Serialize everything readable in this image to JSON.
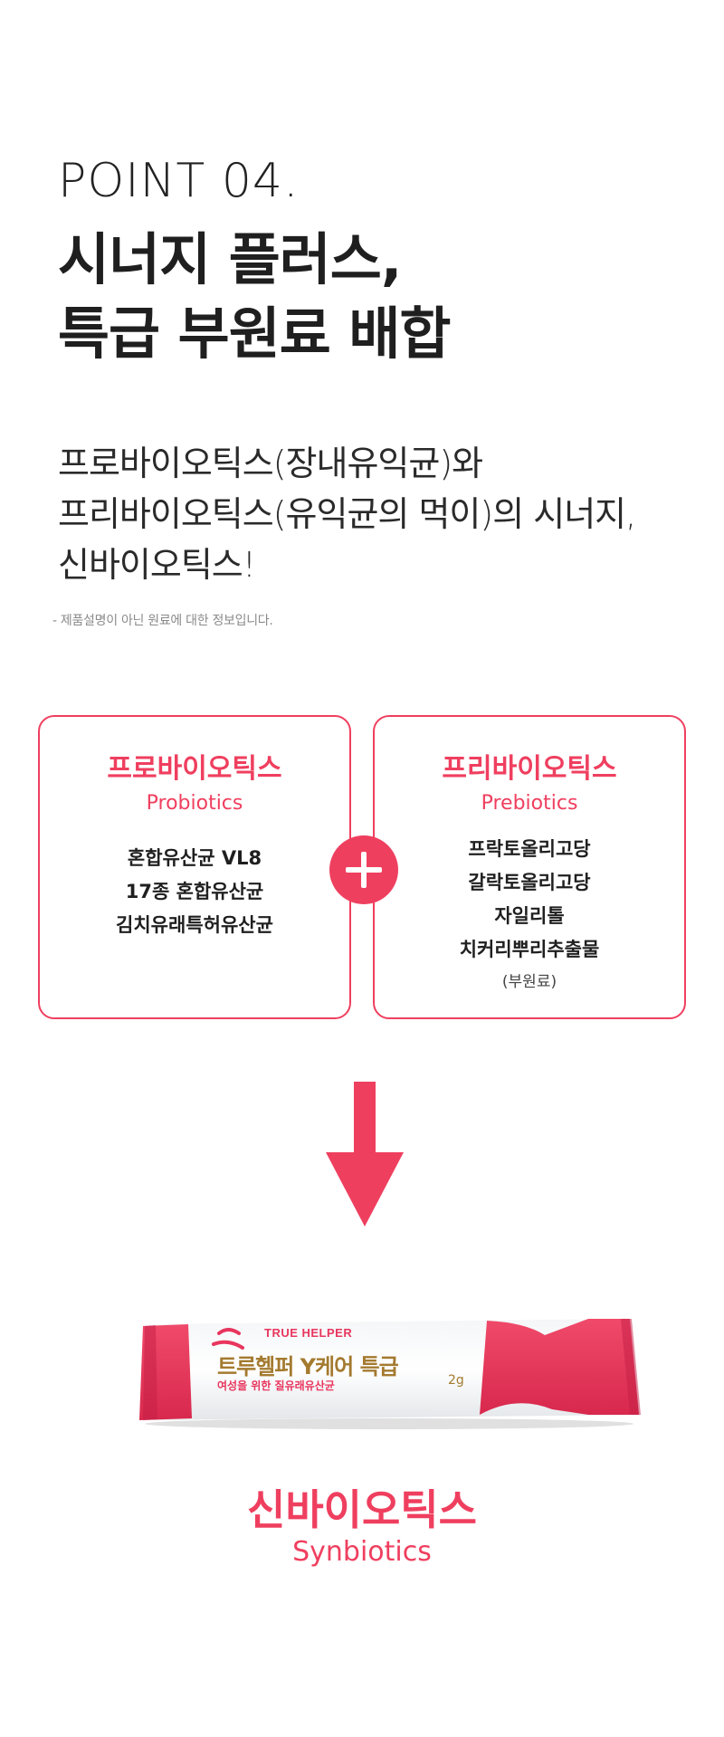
{
  "point_label": "POINT 04.",
  "headline": [
    "시너지 플러스,",
    "특급 부원료 배합"
  ],
  "description": [
    "프로바이오틱스(장내유익균)와",
    "프리바이오틱스(유익균의 먹이)의 시너지,",
    "신바이오틱스!"
  ],
  "note": "- 제품설명이 아닌 원료에 대한 정보입니다.",
  "probiotics": {
    "title": "프로바이오틱스",
    "subtitle": "Probiotics",
    "items": [
      "혼합유산균 VL8",
      "17종 혼합유산균",
      "김치유래특허유산균"
    ]
  },
  "prebiotics": {
    "title": "프리바이오틱스",
    "subtitle": "Prebiotics",
    "items": [
      "프락토올리고당",
      "갈락토올리고당",
      "자일리톨",
      "치커리뿌리추출물"
    ],
    "note": "(부원료)"
  },
  "product": {
    "brand": "TRUE HELPER",
    "name": "트루헬퍼 Y케어 특급",
    "desc": "여성을 위한 질유래유산균",
    "weight": "2g"
  },
  "result": {
    "title": "신바이오틱스",
    "subtitle": "Synbiotics"
  },
  "colors": {
    "accent": "#ef3f5f",
    "text": "#1f1f1f",
    "gold": "#a47a2f"
  },
  "icons": [
    "plus-icon",
    "down-arrow-icon",
    "brand-logo-icon"
  ]
}
